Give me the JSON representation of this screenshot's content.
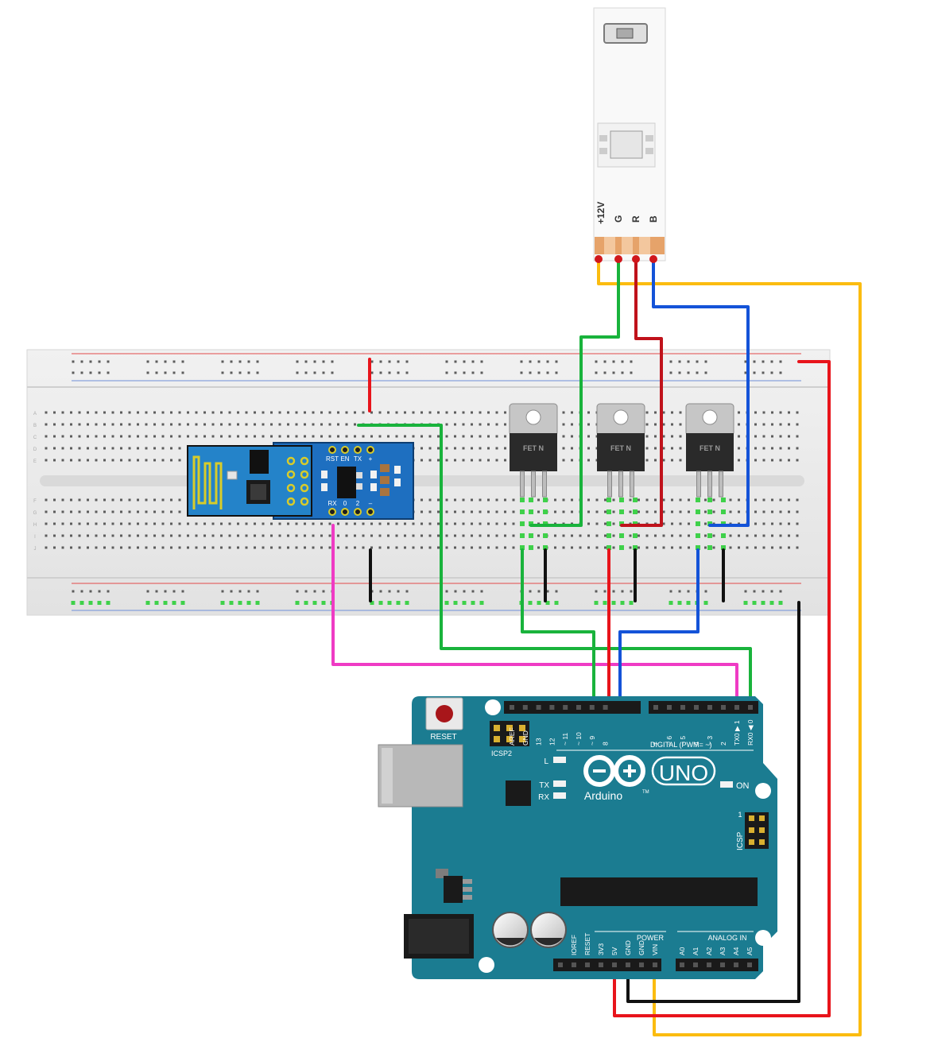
{
  "led_strip": {
    "pins": [
      "+12V",
      "G",
      "R",
      "B"
    ]
  },
  "esp8266": {
    "top_pins": [
      "RST",
      "EN",
      "TX",
      "+"
    ],
    "bottom_pins": [
      "RX",
      "0",
      "2",
      "–"
    ]
  },
  "mosfets": [
    {
      "label": "FET N"
    },
    {
      "label": "FET N"
    },
    {
      "label": "FET N"
    }
  ],
  "breadboard": {
    "row_letters": [
      "A",
      "B",
      "C",
      "D",
      "E",
      "F",
      "G",
      "H",
      "I",
      "J"
    ]
  },
  "arduino": {
    "reset_label": "RESET",
    "icsp2_label": "ICSP2",
    "icsp_label": "ICSP",
    "icsp_pin1": "1",
    "logo_text": "Arduino",
    "model_text": "UNO",
    "tm": "TM",
    "on_label": "ON",
    "led_l": "L",
    "led_tx": "TX",
    "led_rx": "RX",
    "digital_header": "DIGITAL (PWM= ~)",
    "digital_pins": [
      "AREF",
      "GND",
      "13",
      "12",
      "~ 11",
      "~ 10",
      "~ 9",
      "8",
      "7",
      "~ 6",
      "~ 5",
      "4",
      "~ 3",
      "2",
      "TX0 ▶ 1",
      "RX0 ◀ 0"
    ],
    "power_header": "POWER",
    "power_pins": [
      "IOREF",
      "RESET",
      "3V3",
      "5V",
      "GND",
      "GND",
      "VIN"
    ],
    "analog_header": "ANALOG IN",
    "analog_pins": [
      "A0",
      "A1",
      "A2",
      "A3",
      "A4",
      "A5"
    ]
  },
  "wire_colors": {
    "power": "#e8141b",
    "ground": "#111111",
    "green": "#19b33c",
    "red_channel": "#c0121b",
    "blue": "#1453d8",
    "magenta": "#ef3bc4",
    "yellow": "#fbbc10"
  }
}
